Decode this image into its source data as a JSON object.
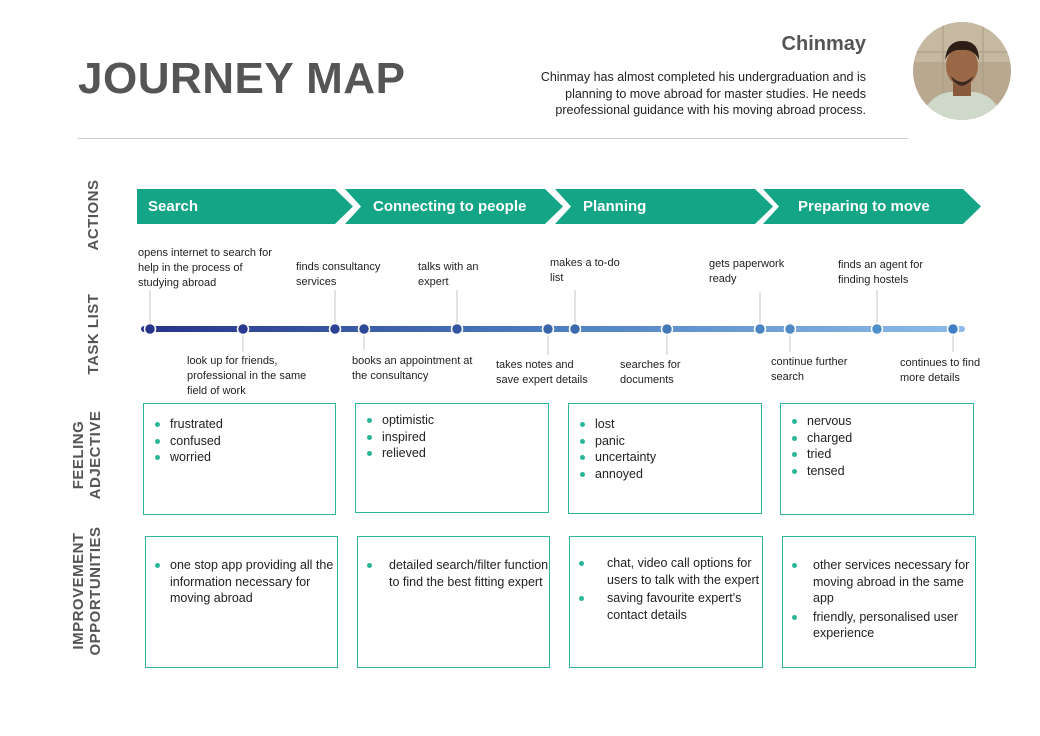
{
  "title": "JOURNEY MAP",
  "persona": {
    "name": "Chinmay",
    "description": "Chinmay has almost completed his undergraduation and is planning to move abroad for master studies. He needs preofessional guidance with his moving abroad process."
  },
  "row_labels": {
    "actions": "ACTIONS",
    "task_list": "TASK LIST",
    "feeling_line1": "FEELING",
    "feeling_line2": "ADJECTIVE",
    "improvement_line1": "IMPROVEMENT",
    "improvement_line2": "OPPORTUNITIES"
  },
  "actions": [
    "Search",
    "Connecting to people",
    "Planning",
    "Preparing to move"
  ],
  "tasks_top": [
    "opens internet to search for help in the process of studying abroad",
    "finds consultancy services",
    "talks with an expert",
    "makes a to-do list",
    "gets paperwork ready",
    "finds an agent for finding hostels"
  ],
  "tasks_bottom": [
    "look up for friends, professional in the same field of work",
    "books an appointment at the consultancy",
    "takes notes and save expert details",
    "searches for documents",
    "continue further search",
    "continues to find more details"
  ],
  "feelings": [
    [
      "frustrated",
      "confused",
      "worried"
    ],
    [
      "optimistic",
      "inspired",
      "relieved"
    ],
    [
      "lost",
      "panic",
      "uncertainty",
      "annoyed"
    ],
    [
      "nervous",
      "charged",
      "tried",
      "tensed"
    ]
  ],
  "improvements": [
    [
      "one stop app providing all the information necessary for moving abroad"
    ],
    [
      "detailed search/filter function to find the best fitting expert"
    ],
    [
      "chat, video call options for users to talk with the expert",
      "saving favourite expert's contact details"
    ],
    [
      "other services necessary for moving abroad in the same app",
      "friendly, personalised user experience"
    ]
  ],
  "colors": {
    "teal": "#14a587",
    "box_border": "#2bb59a",
    "timeline_start": "#27348b",
    "timeline_end": "#89b6e6",
    "heading_gray": "#555555"
  }
}
